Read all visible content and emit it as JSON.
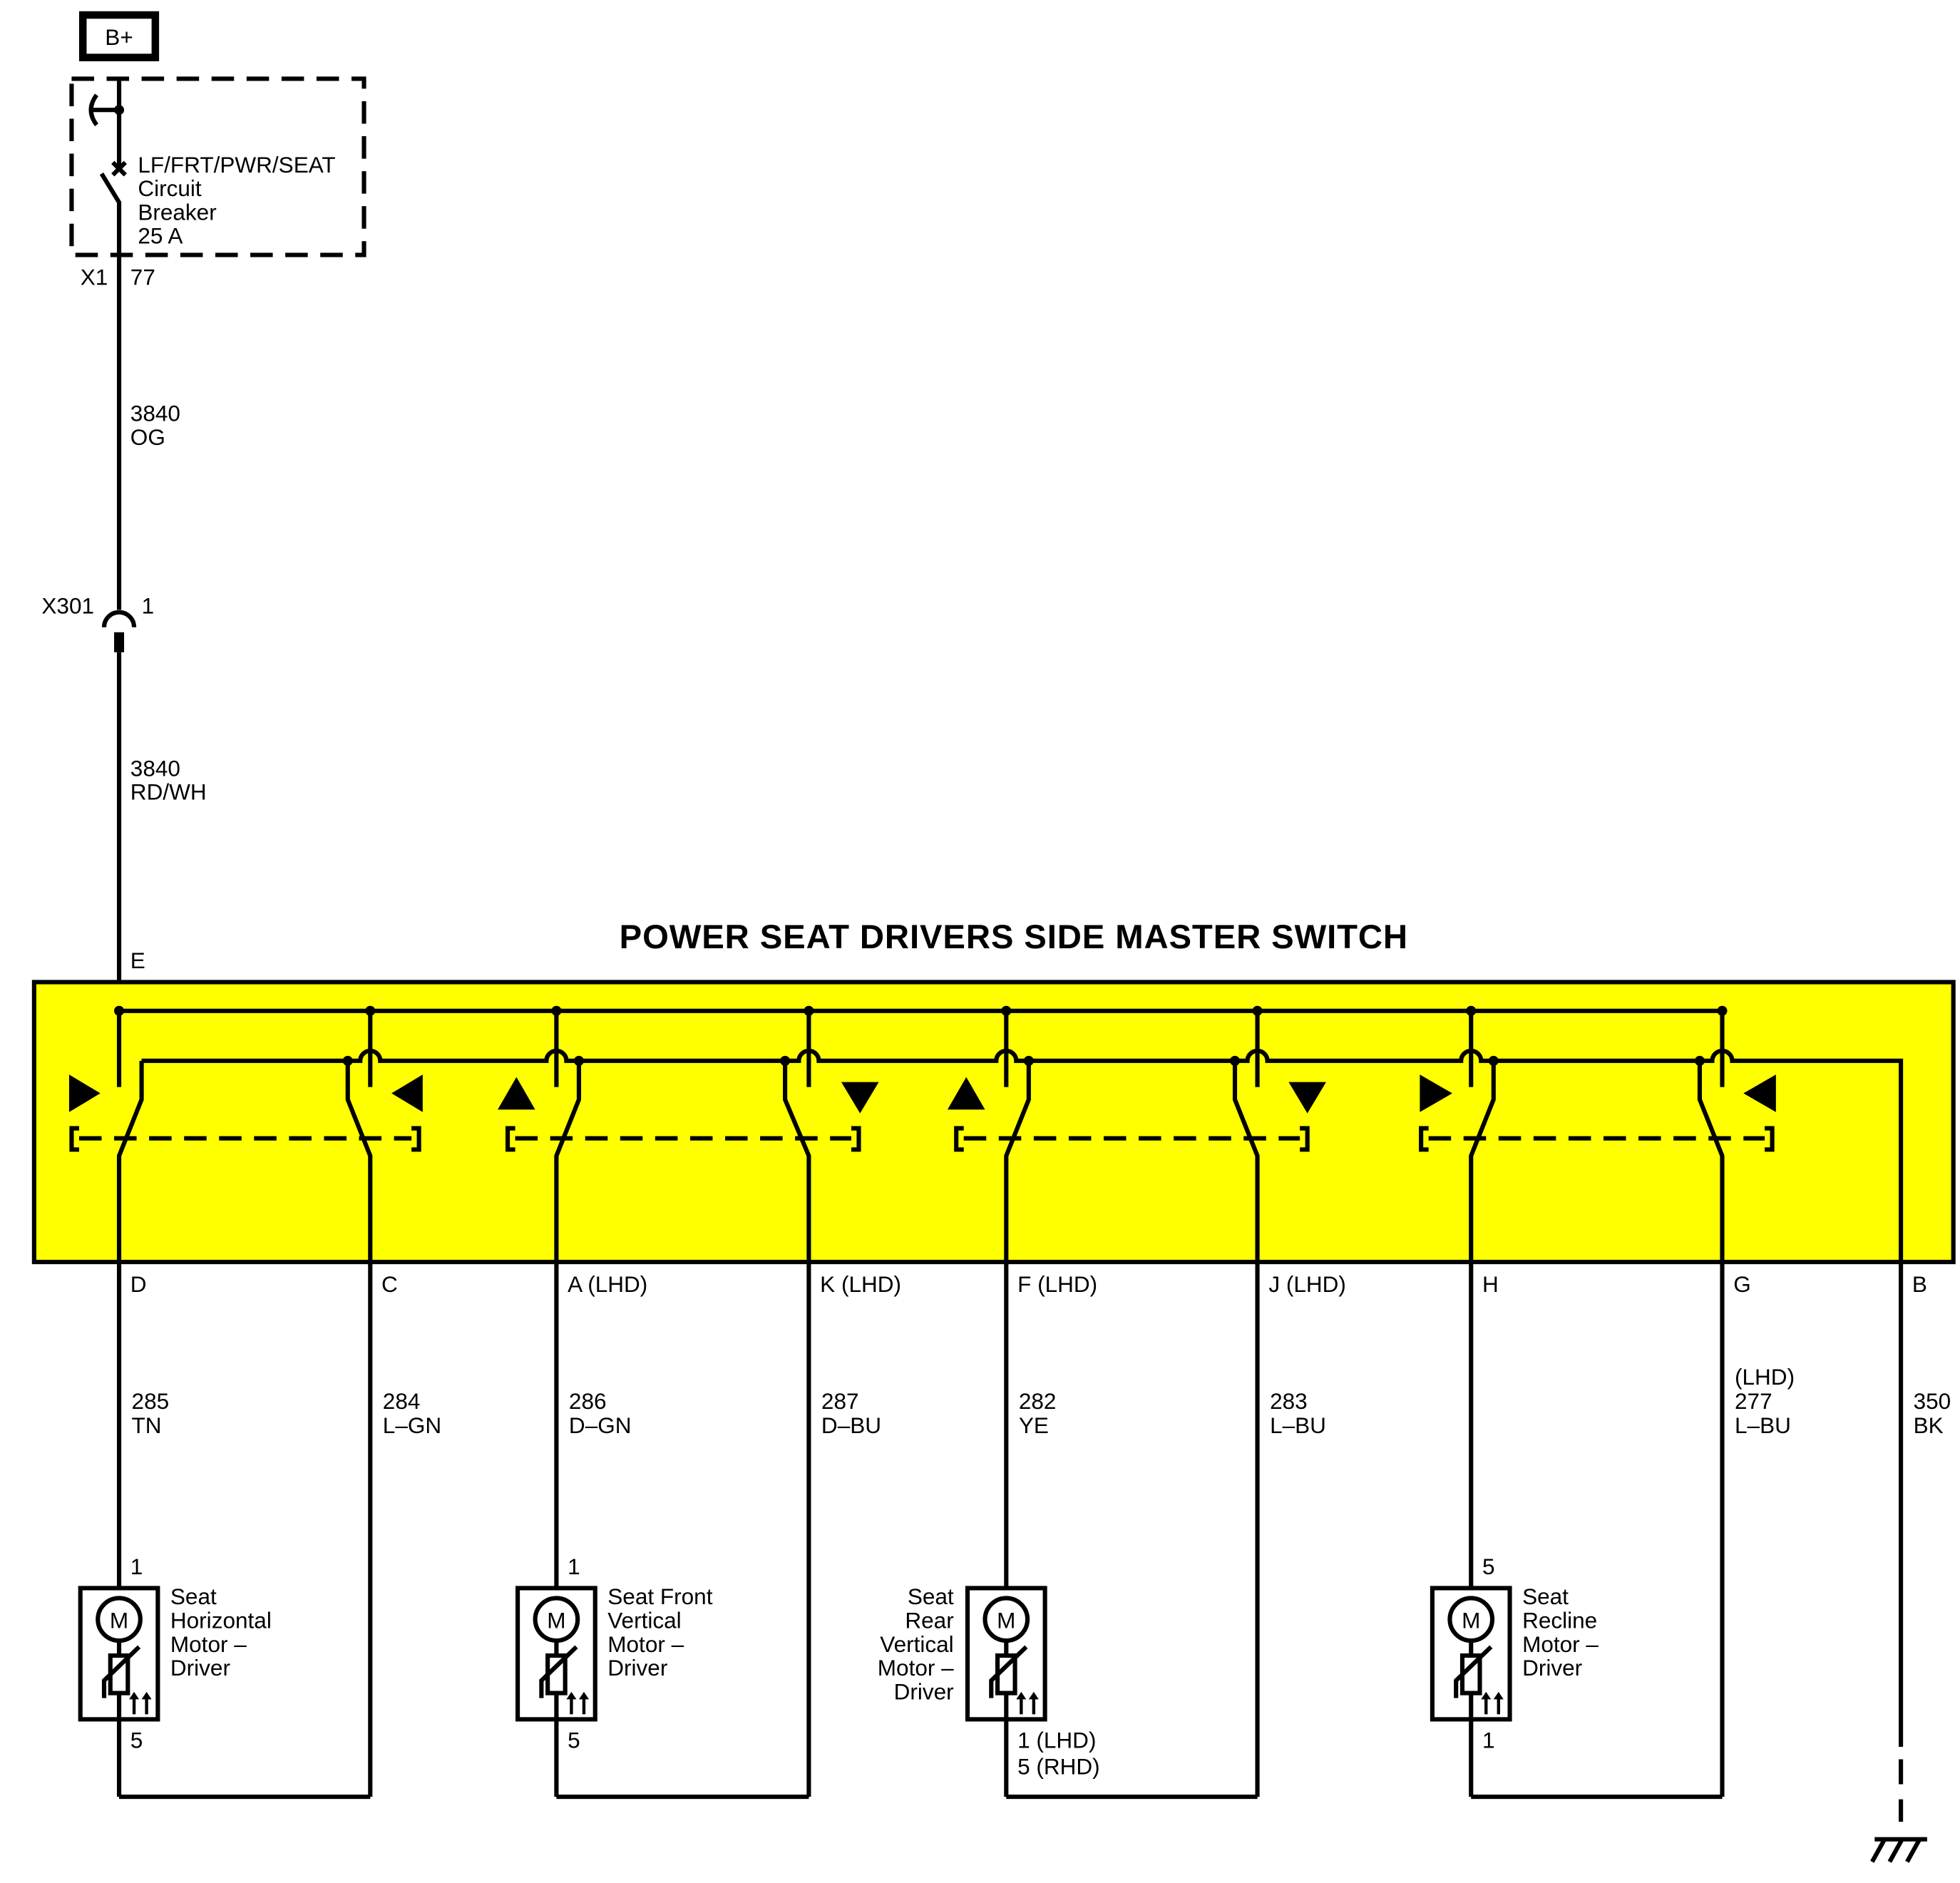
{
  "supply": {
    "label": "B+"
  },
  "breaker": {
    "lines": [
      "LF/FRT/PWR/SEAT",
      "Circuit",
      "Breaker",
      "25 A"
    ],
    "connector": "X1",
    "pin": "77"
  },
  "wire_top": {
    "circuit": "3840",
    "color": "OG"
  },
  "inline_connector": {
    "label": "X301",
    "pin": "1"
  },
  "wire_mid": {
    "circuit": "3840",
    "color": "RD/WH"
  },
  "switch": {
    "title": "POWER SEAT DRIVERS SIDE MASTER SWITCH",
    "input_pin": "E",
    "fill_color": "#FFFF00"
  },
  "pins": [
    {
      "pin": "D",
      "wire": [
        "285",
        "TN"
      ]
    },
    {
      "pin": "C",
      "wire": [
        "284",
        "L–GN"
      ]
    },
    {
      "pin": "A (LHD)",
      "wire": [
        "286",
        "D–GN"
      ]
    },
    {
      "pin": "K (LHD)",
      "wire": [
        "287",
        "D–BU"
      ]
    },
    {
      "pin": "F (LHD)",
      "wire": [
        "282",
        "YE"
      ]
    },
    {
      "pin": "J (LHD)",
      "wire": [
        "283",
        "L–BU"
      ]
    },
    {
      "pin": "H",
      "wire": []
    },
    {
      "pin": "G",
      "wire": [
        "(LHD)",
        "277",
        "L–BU"
      ]
    },
    {
      "pin": "B",
      "wire": [
        "350",
        "BK"
      ]
    }
  ],
  "motors": [
    {
      "name": [
        "Seat",
        "Horizontal",
        "Motor –",
        "Driver"
      ],
      "top_pin": "1",
      "bottom_pin": [
        "5"
      ],
      "symbol": "M"
    },
    {
      "name": [
        "Seat Front",
        "Vertical",
        "Motor –",
        "Driver"
      ],
      "top_pin": "1",
      "bottom_pin": [
        "5"
      ],
      "symbol": "M"
    },
    {
      "name": [
        "Seat",
        "Rear",
        "Vertical",
        "Motor –",
        "Driver"
      ],
      "top_pin": "",
      "bottom_pin": [
        "1 (LHD)",
        "5 (RHD)"
      ],
      "symbol": "M"
    },
    {
      "name": [
        "Seat",
        "Recline",
        "Motor –",
        "Driver"
      ],
      "top_pin": "5",
      "bottom_pin": [
        "1"
      ],
      "symbol": "M"
    }
  ]
}
